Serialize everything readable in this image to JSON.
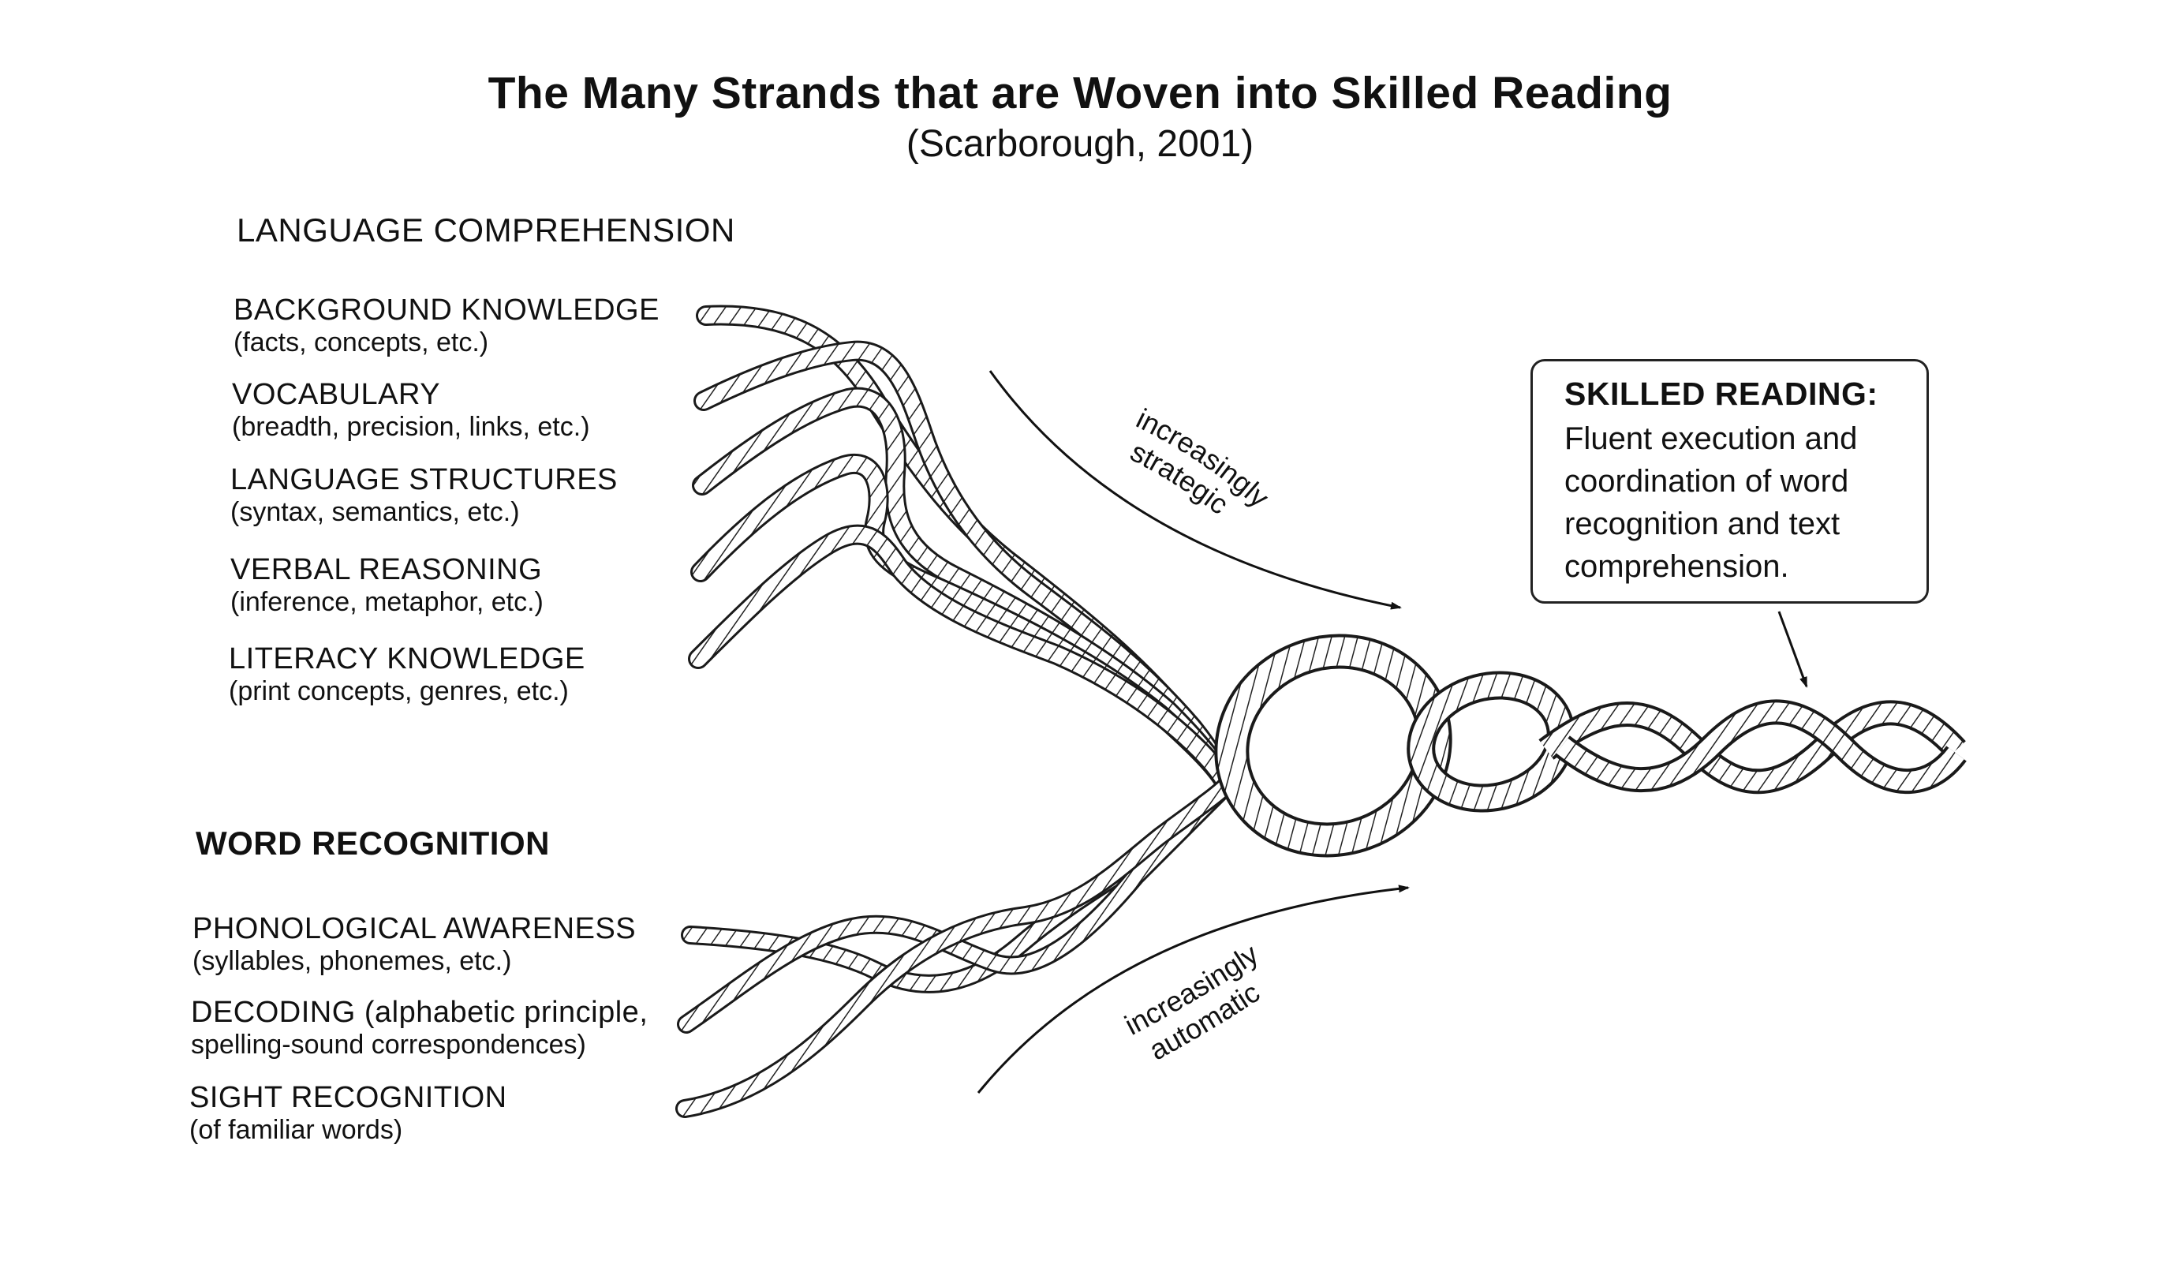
{
  "title": "The Many Strands that are Woven into Skilled Reading",
  "subtitle": "(Scarborough, 2001)",
  "language_comprehension": {
    "heading": "LANGUAGE COMPREHENSION",
    "strands": [
      {
        "name": "BACKGROUND KNOWLEDGE",
        "detail": "(facts, concepts, etc.)"
      },
      {
        "name": "VOCABULARY",
        "detail": "(breadth, precision, links, etc.)"
      },
      {
        "name": "LANGUAGE STRUCTURES",
        "detail": "(syntax, semantics, etc.)"
      },
      {
        "name": "VERBAL REASONING",
        "detail": "(inference, metaphor, etc.)"
      },
      {
        "name": "LITERACY KNOWLEDGE",
        "detail": "(print concepts, genres, etc.)"
      }
    ]
  },
  "word_recognition": {
    "heading": "WORD RECOGNITION",
    "strands": [
      {
        "name": "PHONOLOGICAL AWARENESS",
        "detail": "(syllables, phonemes, etc.)"
      },
      {
        "name": "DECODING (alphabetic principle,",
        "detail": "spelling-sound correspondences)"
      },
      {
        "name": "SIGHT RECOGNITION",
        "detail": "(of familiar words)"
      }
    ]
  },
  "arrows": {
    "strategic": [
      "increasingly",
      "strategic"
    ],
    "automatic": [
      "increasingly",
      "automatic"
    ]
  },
  "skilled_reading": {
    "title": "SKILLED READING:",
    "lines": [
      "Fluent execution and",
      "coordination of word",
      "recognition and text",
      "comprehension."
    ]
  }
}
